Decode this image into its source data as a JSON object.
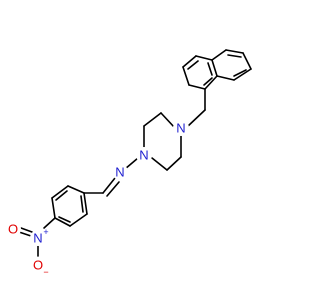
{
  "molecule": {
    "atom_labels": {
      "n_imine": "N",
      "n_pip1": "N",
      "n_pip4": "N",
      "n_nitro": "N",
      "o_nitro_1": "O",
      "o_nitro_2": "O"
    },
    "charges": {
      "n_nitro": "+",
      "o_nitro_2": "−"
    },
    "colors": {
      "bond": "#000000",
      "nitrogen": "#1f1fd0",
      "oxygen": "#e00000",
      "background": "#ffffff"
    }
  }
}
